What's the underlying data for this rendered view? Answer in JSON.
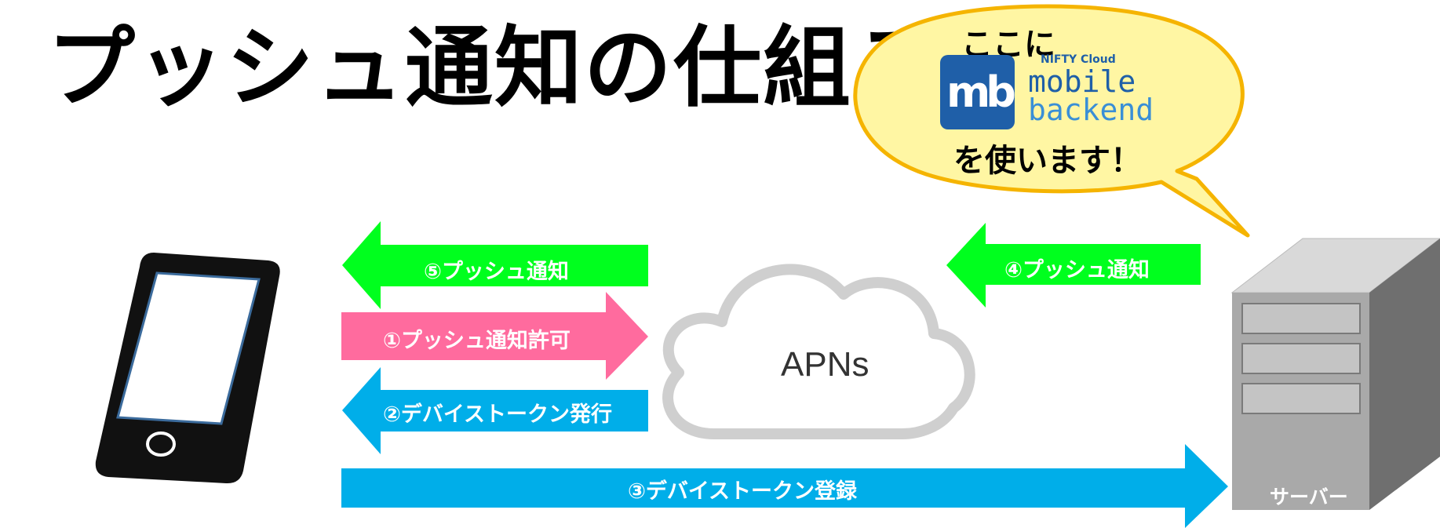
{
  "title": "プッシュ通知の仕組み",
  "bubble": {
    "line1": "ここに",
    "logo": {
      "mark": "mb",
      "provider": "NIFTY Cloud",
      "line_a": "mobile",
      "line_b": "backend"
    },
    "line2": "を使います！"
  },
  "arrows": {
    "push_to_device": "⑤プッシュ通知",
    "permission": "①プッシュ通知許可",
    "token_issue": "②デバイストークン発行",
    "token_register": "③デバイストークン登録",
    "server_push": "④プッシュ通知"
  },
  "cloud_label": "APNs",
  "server_label": "サーバー",
  "colors": {
    "green": "#00ff1e",
    "pink": "#ff6b9e",
    "blue": "#00aee9",
    "bubble_fill": "#fff6a3",
    "bubble_stroke": "#f5b400",
    "logo_blue": "#1f5fa8"
  }
}
